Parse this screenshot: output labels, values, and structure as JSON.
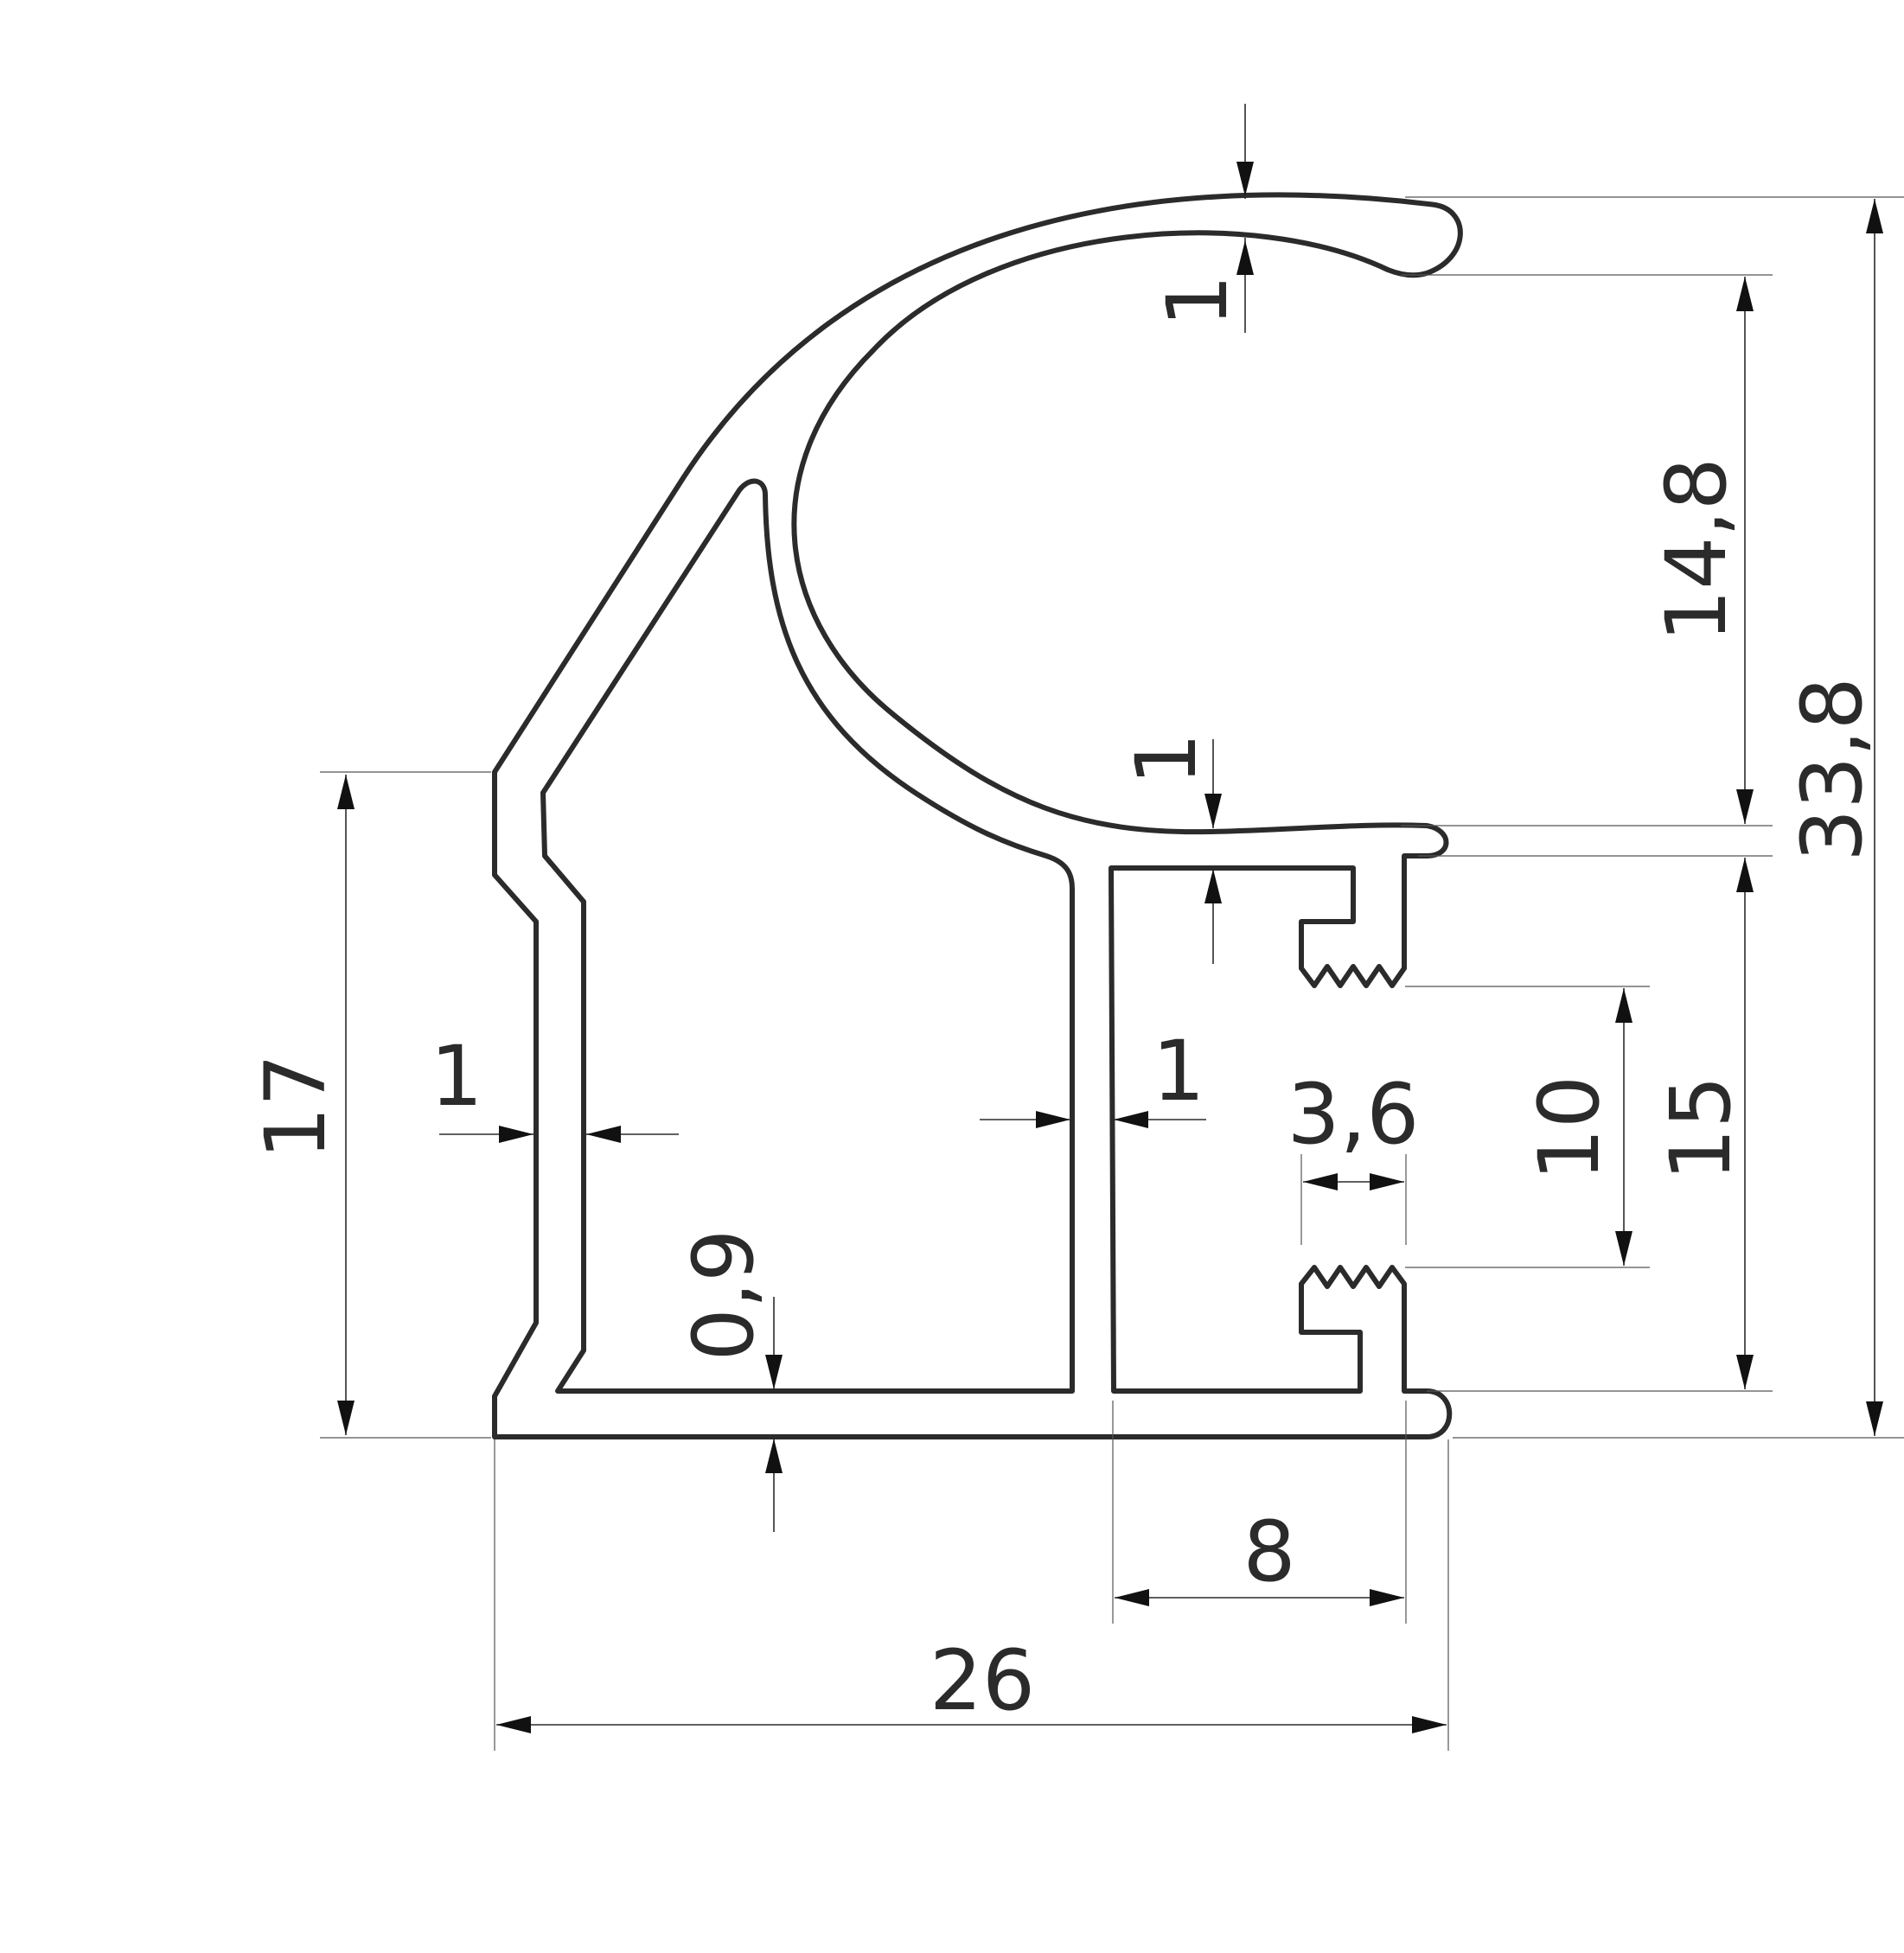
{
  "dimensions": {
    "top_wall_thickness": "1",
    "hook_opening_height": "14,8",
    "total_height": "33,8",
    "lower_lip_thickness": "1",
    "left_height": "17",
    "left_wall_thickness": "1",
    "middle_wall_thickness": "1",
    "groove_width": "3,6",
    "groove_height": "10",
    "right_chamber_height": "15",
    "base_thickness": "0,9",
    "right_chamber_width": "8",
    "total_width": "26"
  },
  "colors": {
    "line": "#2b2b2b",
    "background": "#ffffff"
  }
}
